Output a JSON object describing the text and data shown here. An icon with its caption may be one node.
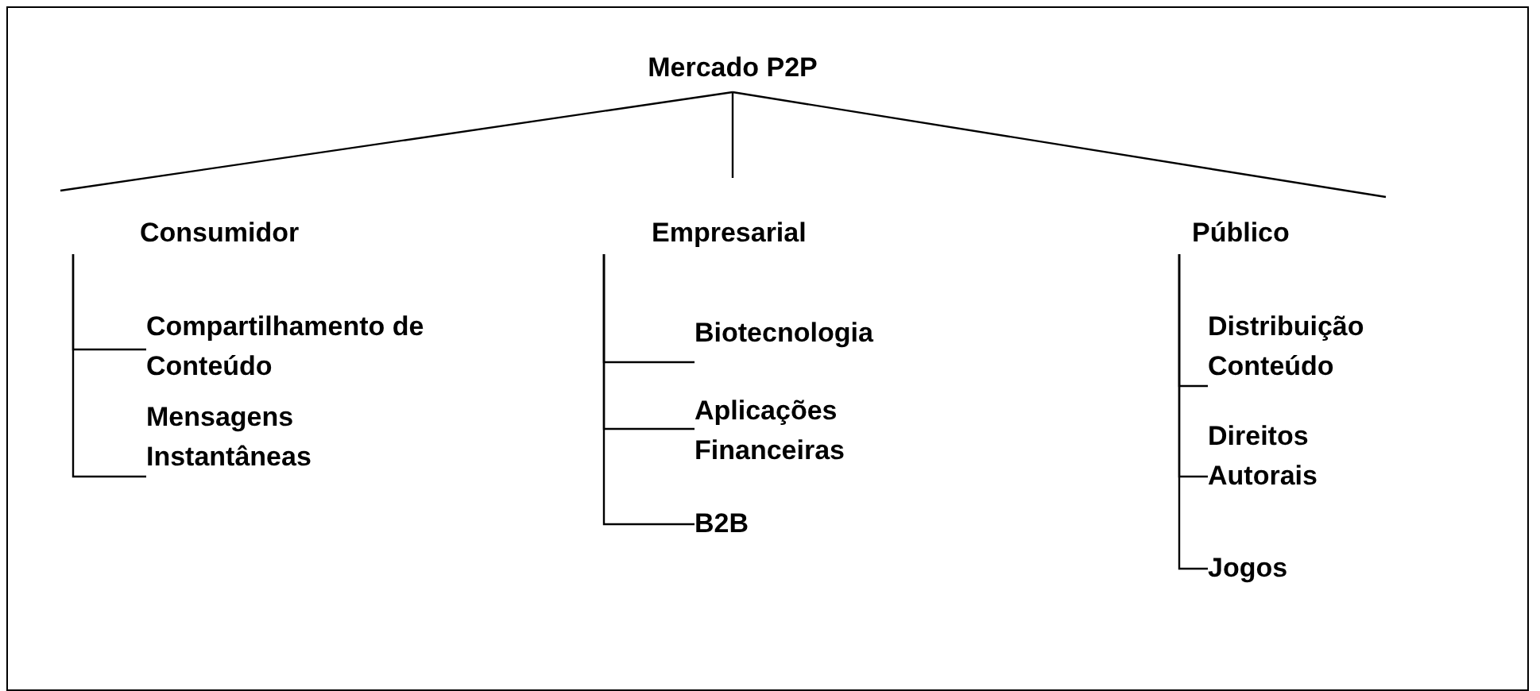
{
  "diagram": {
    "nodes": [
      {
        "text": [
          "Mercado P2P"
        ]
      },
      {
        "text": [
          "Consumidor"
        ]
      },
      {
        "text": [
          "Empresarial"
        ]
      },
      {
        "text": [
          "Público"
        ]
      },
      {
        "text": [
          "Compartilhamento de Conteúdo"
        ]
      },
      {
        "text": [
          "Mensagens Instantâneas"
        ]
      },
      {
        "text": [
          "Biotecnologia"
        ]
      },
      {
        "text": [
          "Aplicações Financeiras"
        ]
      },
      {
        "text": [
          "B2B"
        ]
      },
      {
        "text": [
          "Distribuição Conteúdo"
        ]
      },
      {
        "text": [
          "Direitos Autorais"
        ]
      },
      {
        "text": [
          "Jogos"
        ]
      }
    ],
    "edges": [
      {
        "from": 0,
        "to": 1,
        "arrow": "none"
      },
      {
        "from": 0,
        "to": 2,
        "arrow": "none"
      },
      {
        "from": 0,
        "to": 3,
        "arrow": "none"
      },
      {
        "from": 1,
        "to": 4,
        "arrow": "none"
      },
      {
        "from": 1,
        "to": 5,
        "arrow": "none"
      },
      {
        "from": 2,
        "to": 6,
        "arrow": "none"
      },
      {
        "from": 2,
        "to": 7,
        "arrow": "none"
      },
      {
        "from": 2,
        "to": 8,
        "arrow": "none"
      },
      {
        "from": 3,
        "to": 9,
        "arrow": "none"
      },
      {
        "from": 3,
        "to": 10,
        "arrow": "none"
      },
      {
        "from": 3,
        "to": 11,
        "arrow": "none"
      }
    ]
  }
}
